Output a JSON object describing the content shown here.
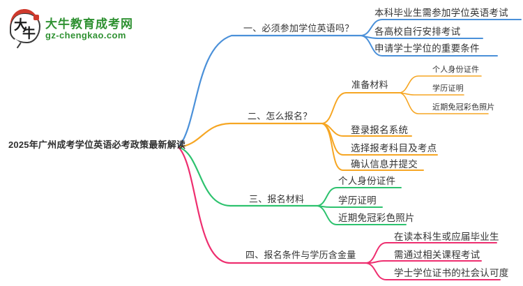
{
  "logo": {
    "site_name": "大牛教育成考网",
    "site_url": "gz-chengkao.com",
    "mark_char_1": "大",
    "mark_char_2": "牛"
  },
  "colors": {
    "branch1": "#4a90d9",
    "branch2": "#f6a623",
    "branch3": "#2dc26e",
    "bran4_note": "",
    "branch4": "#ee2e6f",
    "logo_green": "#2f9132",
    "logo_red": "#cf3a2d"
  },
  "root": {
    "title": "2025年广州成考学位英语必考政策最新解读"
  },
  "branches": [
    {
      "label": "一、必须参加学位英语吗？",
      "color": "#4a90d9",
      "children": [
        {
          "label": "本科毕业生需参加学位英语考试"
        },
        {
          "label": "各高校自行安排考试"
        },
        {
          "label": "申请学士学位的重要条件"
        }
      ]
    },
    {
      "label": "二、怎么报名？",
      "color": "#f6a623",
      "children": [
        {
          "label": "准备材料",
          "children": [
            {
              "label": "个人身份证件"
            },
            {
              "label": "学历证明"
            },
            {
              "label": "近期免冠彩色照片"
            }
          ]
        },
        {
          "label": "登录报名系统"
        },
        {
          "label": "选择报考科目及考点"
        },
        {
          "label": "确认信息并提交"
        }
      ]
    },
    {
      "label": "三、报名材料",
      "color": "#2dc26e",
      "children": [
        {
          "label": "个人身份证件"
        },
        {
          "label": "学历证明"
        },
        {
          "label": "近期免冠彩色照片"
        }
      ]
    },
    {
      "label": "四、报名条件与学历含金量",
      "color": "#ee2e6f",
      "children": [
        {
          "label": "在读本科生或应届毕业生"
        },
        {
          "label": "需通过相关课程考试"
        },
        {
          "label": "学士学位证书的社会认可度"
        }
      ]
    }
  ]
}
